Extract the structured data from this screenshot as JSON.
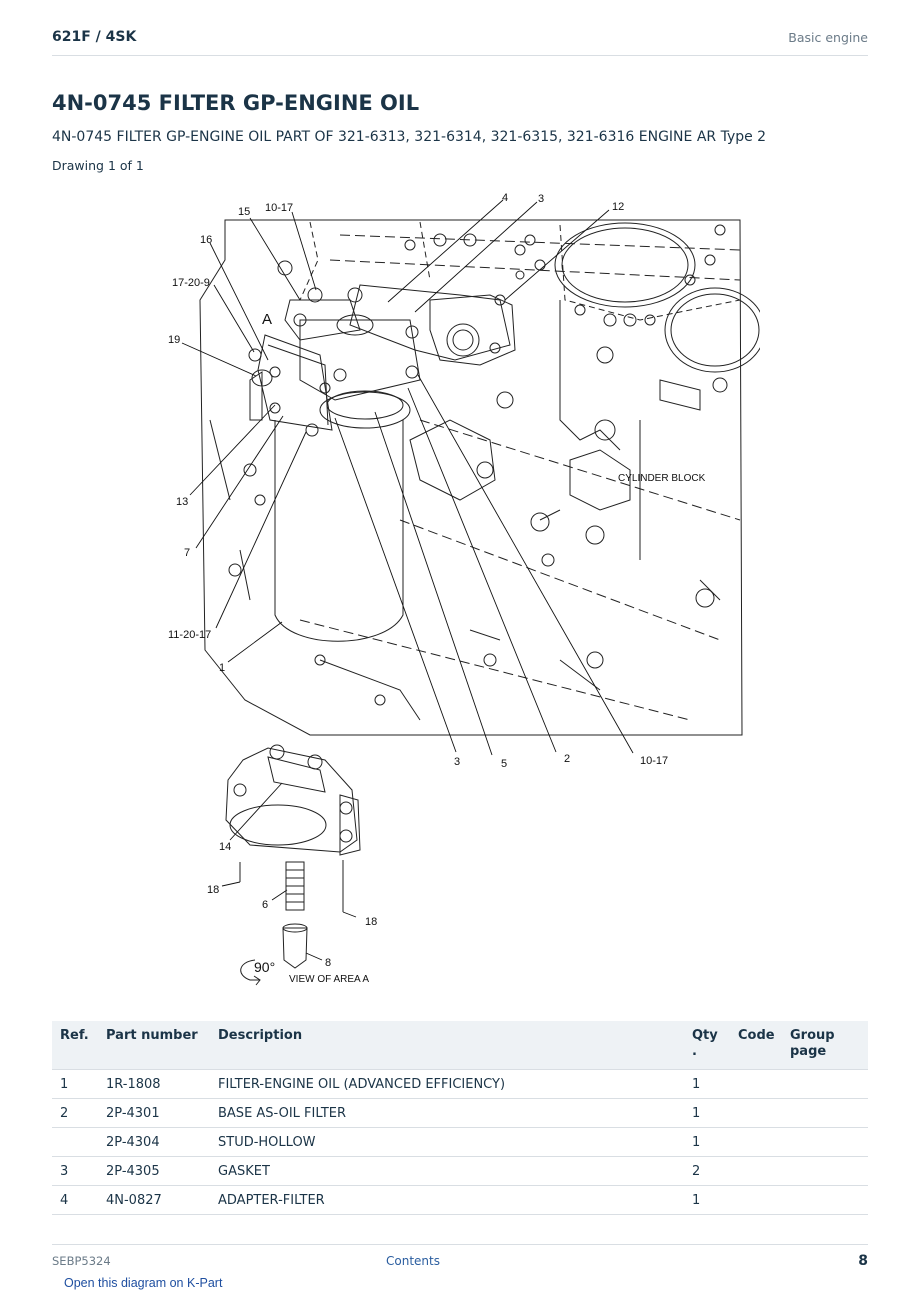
{
  "header": {
    "model": "621F  /  4SK",
    "section": "Basic engine"
  },
  "title": "4N-0745 FILTER GP-ENGINE OIL",
  "subtitle": "4N-0745 FILTER GP-ENGINE OIL PART OF 321-6313, 321-6314, 321-6315, 321-6316 ENGINE AR Type 2",
  "drawing_count": "Drawing 1 of 1",
  "diagram": {
    "callouts": {
      "c15": "15",
      "c10_17_top": "10-17",
      "c16": "16",
      "c17_20_9": "17-20-9",
      "cA": "A",
      "c19": "19",
      "c4": "4",
      "c3_top": "3",
      "c12": "12",
      "c13": "13",
      "c7": "7",
      "c11_20_17": "11-20-17",
      "c1": "1",
      "c3_bottom": "3",
      "c5": "5",
      "c2": "2",
      "c10_17_bottom": "10-17",
      "c14": "14",
      "c18_left": "18",
      "c6": "6",
      "c18_right": "18",
      "c8": "8"
    },
    "cylinder_block_label": "CYLINDER BLOCK",
    "rotation_label": "90°",
    "view_label": "VIEW OF AREA  A"
  },
  "table": {
    "headers": {
      "ref": "Ref.",
      "part": "Part number",
      "desc": "Description",
      "qty": "Qty",
      "qty_dot": ".",
      "code": "Code",
      "group": "Group",
      "group_page": "page"
    },
    "rows": [
      {
        "ref": "1",
        "part": "1R-1808",
        "desc": "FILTER-ENGINE OIL (ADVANCED EFFICIENCY)",
        "qty": "1",
        "code": "",
        "group": ""
      },
      {
        "ref": "2",
        "part": "2P-4301",
        "desc": "BASE AS-OIL FILTER",
        "qty": "1",
        "code": "",
        "group": ""
      },
      {
        "ref": "",
        "part": "2P-4304",
        "desc": "STUD-HOLLOW",
        "qty": "1",
        "code": "",
        "group": ""
      },
      {
        "ref": "3",
        "part": "2P-4305",
        "desc": "GASKET",
        "qty": "2",
        "code": "",
        "group": ""
      },
      {
        "ref": "4",
        "part": "4N-0827",
        "desc": "ADAPTER-FILTER",
        "qty": "1",
        "code": "",
        "group": ""
      }
    ]
  },
  "footer": {
    "doc_id": "SEBP5324",
    "contents": "Contents",
    "page": "8"
  },
  "kpart_link": "Open this diagram on K-Part"
}
